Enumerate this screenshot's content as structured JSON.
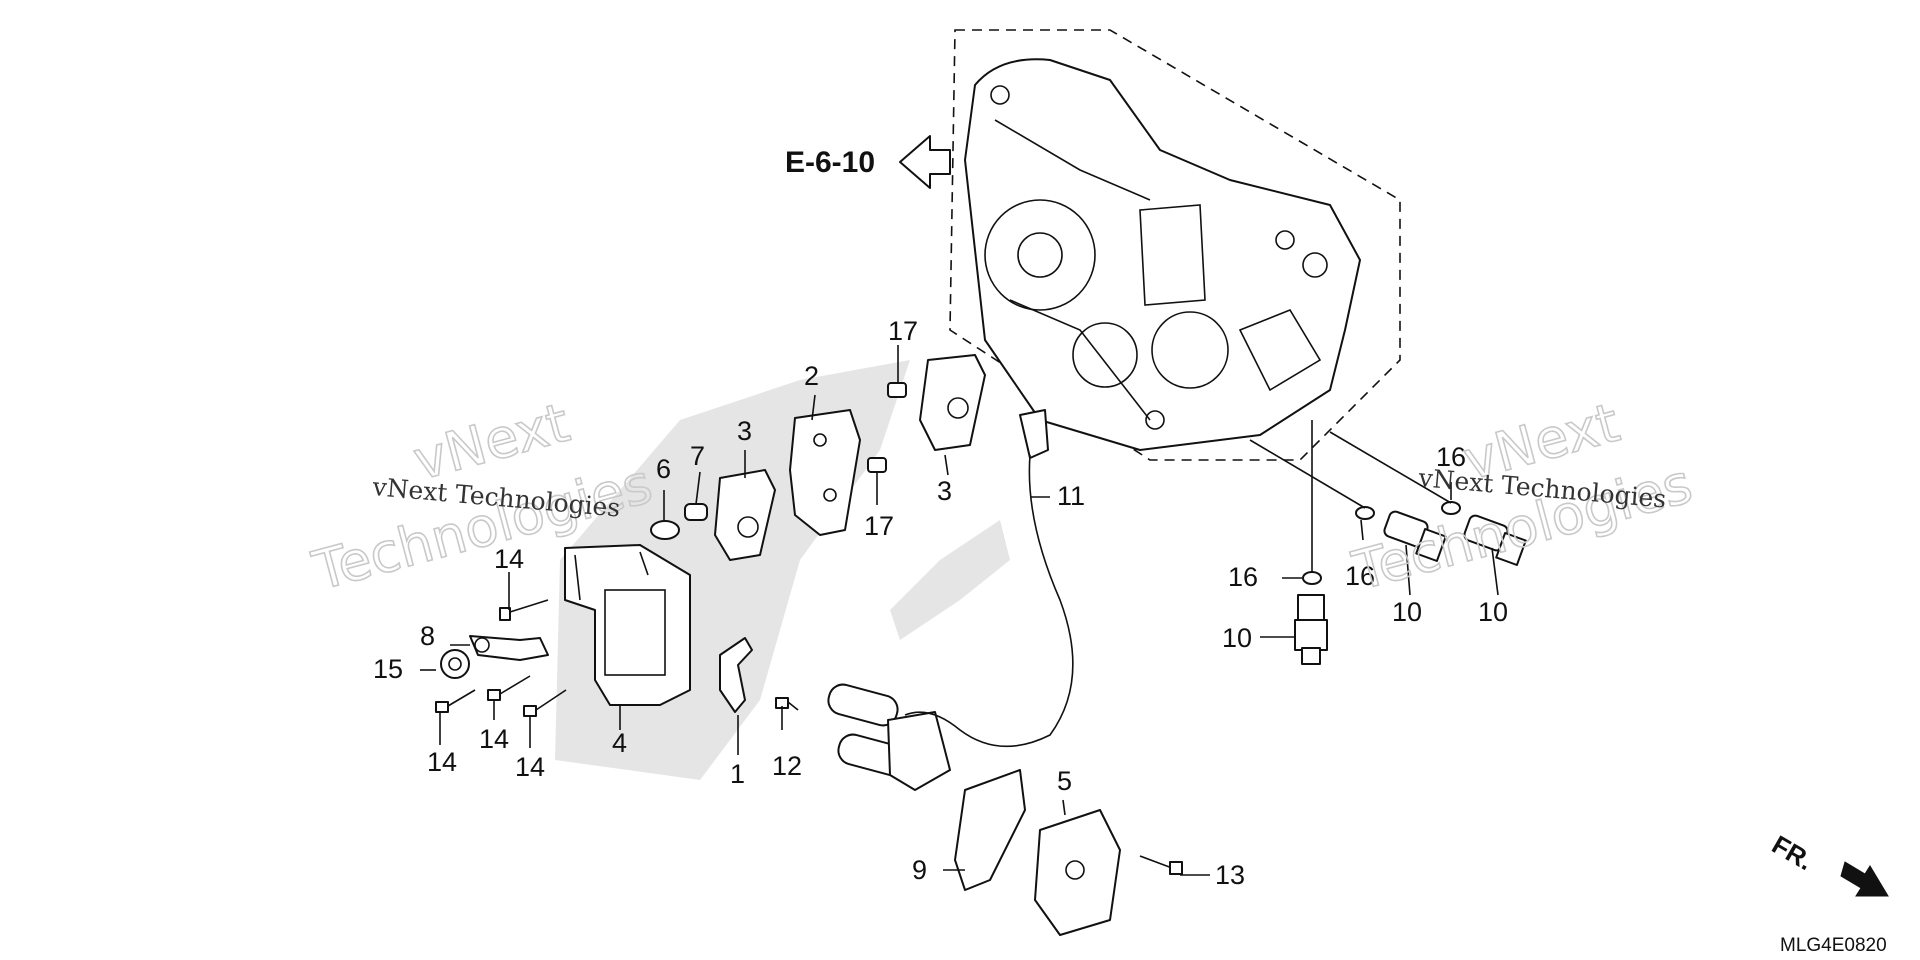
{
  "reference": {
    "label": "E-6-10"
  },
  "diagram_code": "MLG4E0820",
  "front_marker": {
    "label": "FR."
  },
  "watermarks": [
    {
      "brand": "vNext",
      "text": "Technologies",
      "caption": "vNext Technologies"
    },
    {
      "brand": "vNext",
      "text": "Technologies",
      "caption": "vNext Technologies"
    }
  ],
  "callouts": {
    "c1": "1",
    "c2": "2",
    "c3a": "3",
    "c3b": "3",
    "c4": "4",
    "c5": "5",
    "c6": "6",
    "c7": "7",
    "c8": "8",
    "c9": "9",
    "c10a": "10",
    "c10b": "10",
    "c10c": "10",
    "c11": "11",
    "c12": "12",
    "c13": "13",
    "c14a": "14",
    "c14b": "14",
    "c14c": "14",
    "c14d": "14",
    "c15": "15",
    "c16a": "16",
    "c16b": "16",
    "c16c": "16",
    "c17a": "17",
    "c17b": "17"
  },
  "colors": {
    "line": "#111111",
    "watermark": "#c9c9c9",
    "shade": "#cfcfcf"
  }
}
